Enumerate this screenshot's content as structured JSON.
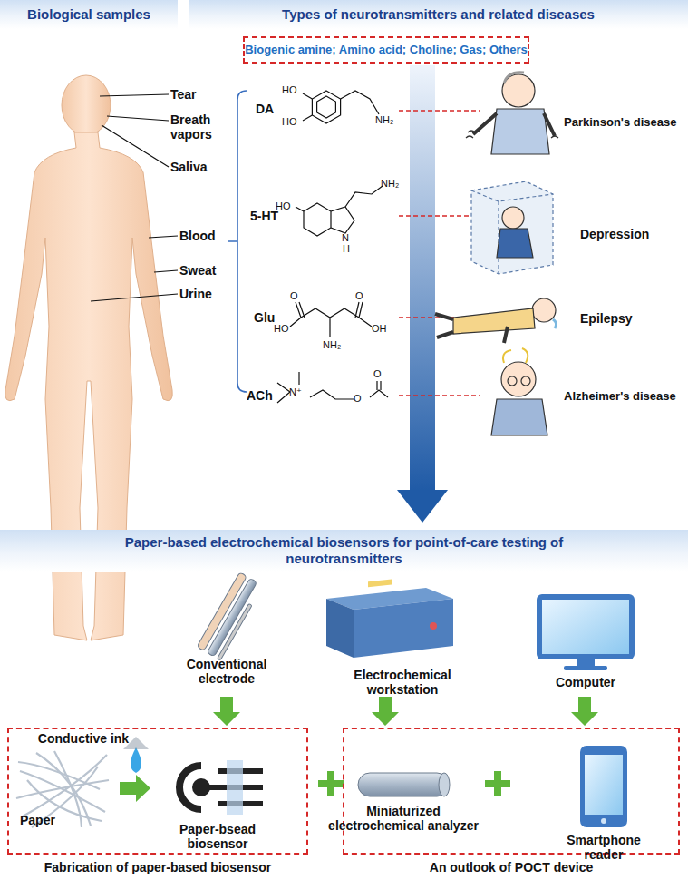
{
  "diagram": {
    "nodes": [
      {
        "text": [
          "Biological samples"
        ]
      },
      {
        "text": [
          "Types of neurotransmitters and related diseases"
        ]
      },
      {
        "text": [
          "Biogenic amine; Amino acid; Choline; Gas; Others"
        ]
      },
      {
        "text": [
          "Paper-based electrochemical biosensors for point-of-care testing of neurotransmitters"
        ]
      },
      {
        "text": [
          "Fabrication of paper-based biosensor"
        ]
      },
      {
        "text": [
          "An outlook of POCT device"
        ]
      }
    ],
    "labels": [
      "Tear",
      "Breath vapors",
      "Saliva",
      "Blood",
      "Sweat",
      "Urine",
      "DA",
      "HO",
      "HO",
      "NH₂",
      "5-HT",
      "HO",
      "NH₂",
      "N",
      "H",
      "Glu",
      "O",
      "O",
      "HO",
      "OH",
      "NH₂",
      "ACh",
      "N⁺",
      "O",
      "O",
      "Parkinson's disease",
      "Depression",
      "Epilepsy",
      "Alzheimer's disease",
      "Conventional electrode",
      "Electrochemical workstation",
      "Computer",
      "Conductive ink",
      "Paper",
      "Paper-bsead biosensor",
      "Miniaturized electrochemical analyzer",
      "Smartphone reader"
    ]
  }
}
